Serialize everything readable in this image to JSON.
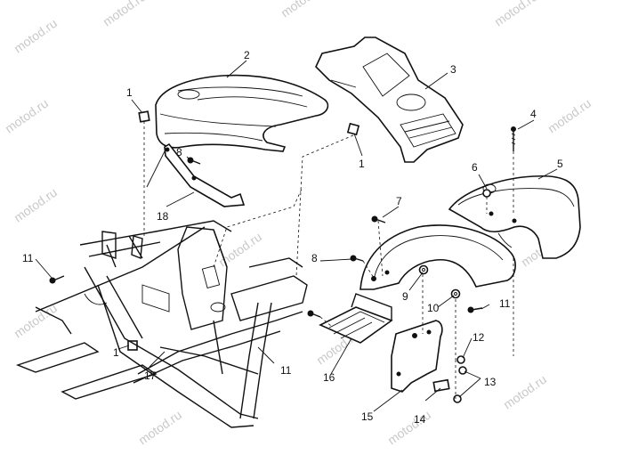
{
  "watermark": "motod.ru",
  "callouts": {
    "c1a": "1",
    "c1b": "1",
    "c1c": "1",
    "c2": "2",
    "c3": "3",
    "c4": "4",
    "c5": "5",
    "c6": "6",
    "c7": "7",
    "c8a": "8",
    "c8b": "8",
    "c9": "9",
    "c10": "10",
    "c11a": "11",
    "c11b": "11",
    "c11c": "11",
    "c12": "12",
    "c13": "13",
    "c14": "14",
    "c15": "15",
    "c16": "16",
    "c17": "17",
    "c18": "18"
  }
}
